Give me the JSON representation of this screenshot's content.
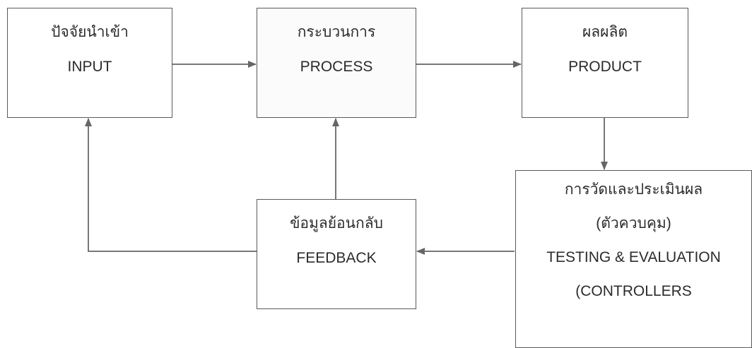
{
  "nodes": {
    "input": {
      "thai": "ปัจจัยนำเข้า",
      "english": "INPUT"
    },
    "process": {
      "thai": "กระบวนการ",
      "english": "PROCESS"
    },
    "product": {
      "thai": "ผลผลิต",
      "english": "PRODUCT"
    },
    "feedback": {
      "thai": "ข้อมูลย้อนกลับ",
      "english": "FEEDBACK"
    },
    "testing": {
      "thai": "การวัดและประเมินผล",
      "thai_sub": "(ตัวควบคุม)",
      "english": "TESTING & EVALUATION",
      "english_sub": "(CONTROLLERS"
    }
  },
  "edges": [
    {
      "from": "input",
      "to": "process"
    },
    {
      "from": "process",
      "to": "product"
    },
    {
      "from": "product",
      "to": "testing"
    },
    {
      "from": "testing",
      "to": "feedback"
    },
    {
      "from": "feedback",
      "to": "process"
    },
    {
      "from": "feedback",
      "to": "input"
    }
  ]
}
